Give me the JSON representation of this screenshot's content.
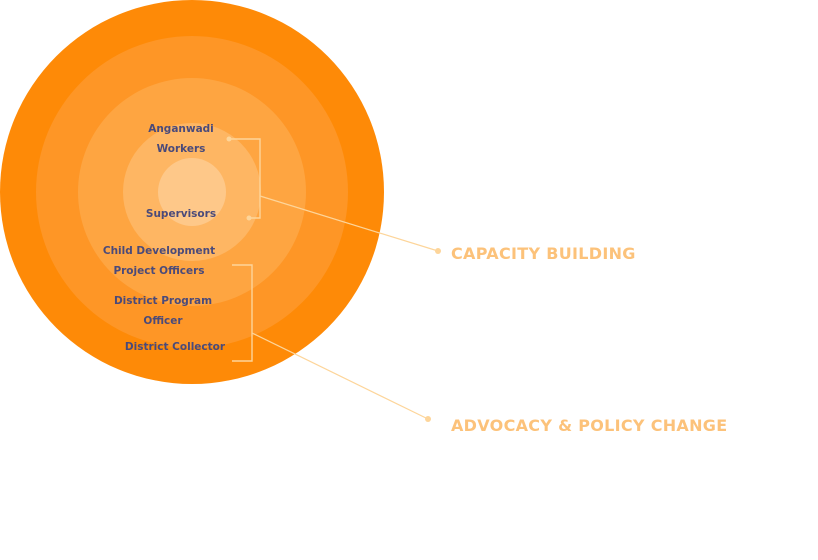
{
  "colors": {
    "ring_1": "#fe8a07",
    "ring_2": "#fe9626",
    "ring_3": "#fea541",
    "ring_4": "#feb663",
    "ring_5": "#fec889",
    "connector": "#fdd59a",
    "heading": "#fcc27a",
    "faint_text": "#fdf1e4",
    "label": "#4a4a7a"
  },
  "labels": {
    "anganwadi": "Anganwadi Workers",
    "supervisors": "Supervisors",
    "cdpo": "Child Development Project Officers",
    "dpo": "District Program Officer",
    "collector": "District Collector"
  },
  "sections": {
    "capacity": {
      "heading": "CAPACITY BUILDING",
      "lines": [
        "",
        "",
        "",
        ""
      ]
    },
    "advocacy": {
      "heading": "ADVOCACY & POLICY CHANGE"
    }
  }
}
